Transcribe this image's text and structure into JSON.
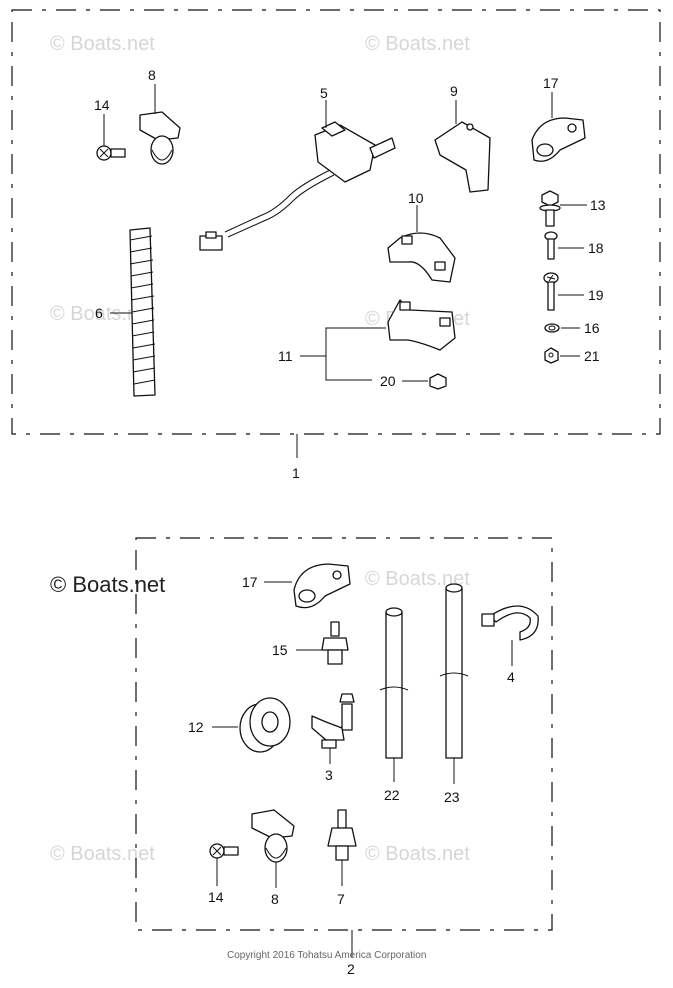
{
  "watermark": "© Boats.net",
  "copyright": "Copyright 2016 Tohatsu America Corporation",
  "kits": [
    {
      "label": "1"
    },
    {
      "label": "2"
    }
  ],
  "callouts_kit1": [
    "14",
    "8",
    "5",
    "9",
    "17",
    "10",
    "6",
    "13",
    "18",
    "19",
    "16",
    "21",
    "11",
    "20"
  ],
  "callouts_kit2": [
    "17",
    "15",
    "4",
    "12",
    "3",
    "22",
    "23",
    "14",
    "8",
    "7"
  ]
}
